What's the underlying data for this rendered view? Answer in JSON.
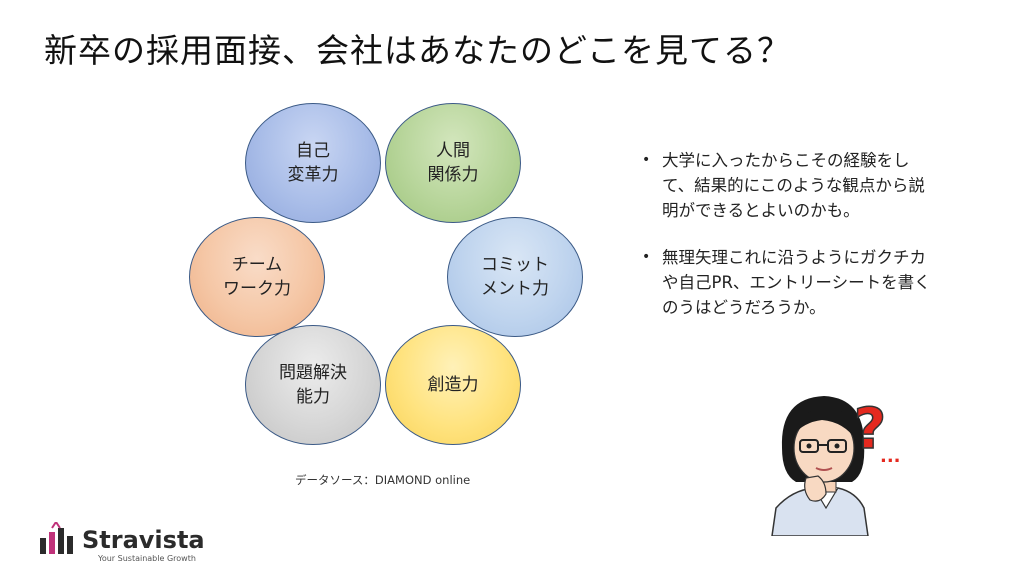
{
  "title": "新卒の採用面接、会社はあなたのどこを見てる？",
  "circles": [
    {
      "label": "自己\n変革力"
    },
    {
      "label": "人間\n関係力"
    },
    {
      "label": "コミット\nメント力"
    },
    {
      "label": "創造力"
    },
    {
      "label": "問題解決\n能力"
    },
    {
      "label": "チーム\nワーク力"
    }
  ],
  "source": "データソース：DIAMOND online",
  "bullets": [
    "大学に入ったからこその経験をして、結果的にこのような観点から説明ができるとよいのかも。",
    "無理矢理これに沿うようにガクチカや自己PR、エントリーシートを書くのうはどうだろうか。"
  ],
  "bullet_symbol": "•",
  "logo": {
    "brand": "Stravista",
    "tagline": "Your Sustainable Growth"
  },
  "avatar": {
    "question_mark": "?",
    "dots": "..."
  },
  "colors": {
    "circle_border": "#3b5a86",
    "question_red": "#e5291f",
    "logo_pink": "#c0327a"
  }
}
